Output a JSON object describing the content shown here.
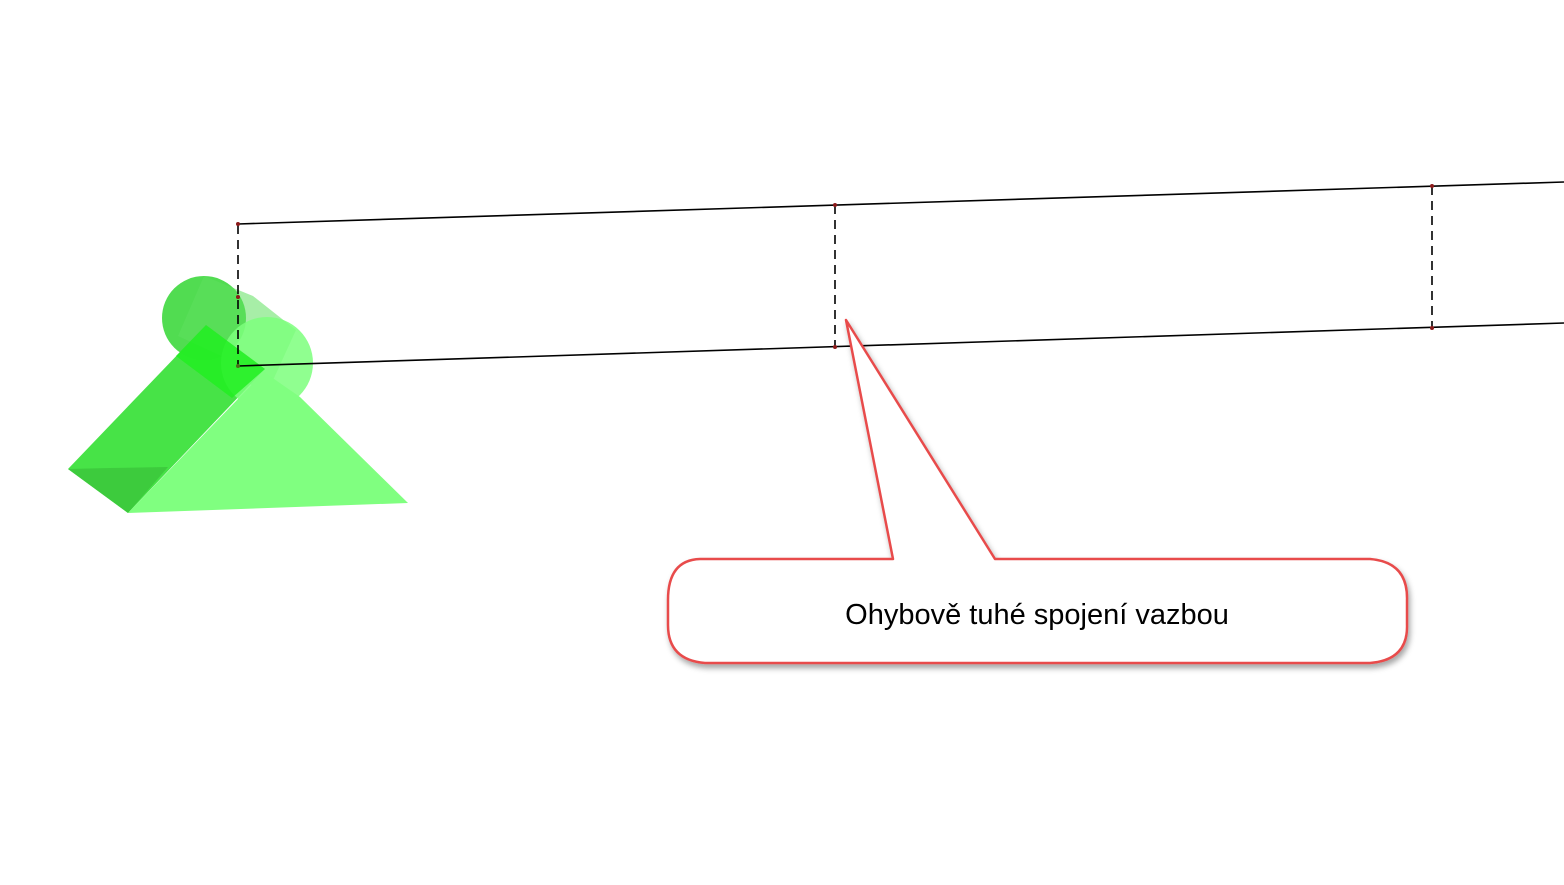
{
  "diagram": {
    "callout": {
      "text": "Ohybově tuhé spojení vazbou",
      "border_color": "#e84c4c",
      "fill_color": "#ffffff"
    },
    "beam": {
      "line_color": "#000000",
      "node_color": "#8b1a1a",
      "dashed_connectors": 3
    },
    "support": {
      "type": "hinge-support",
      "color_light": "#80ff80",
      "color_mid": "#40e040",
      "color_dark": "#3ccc3c"
    }
  }
}
